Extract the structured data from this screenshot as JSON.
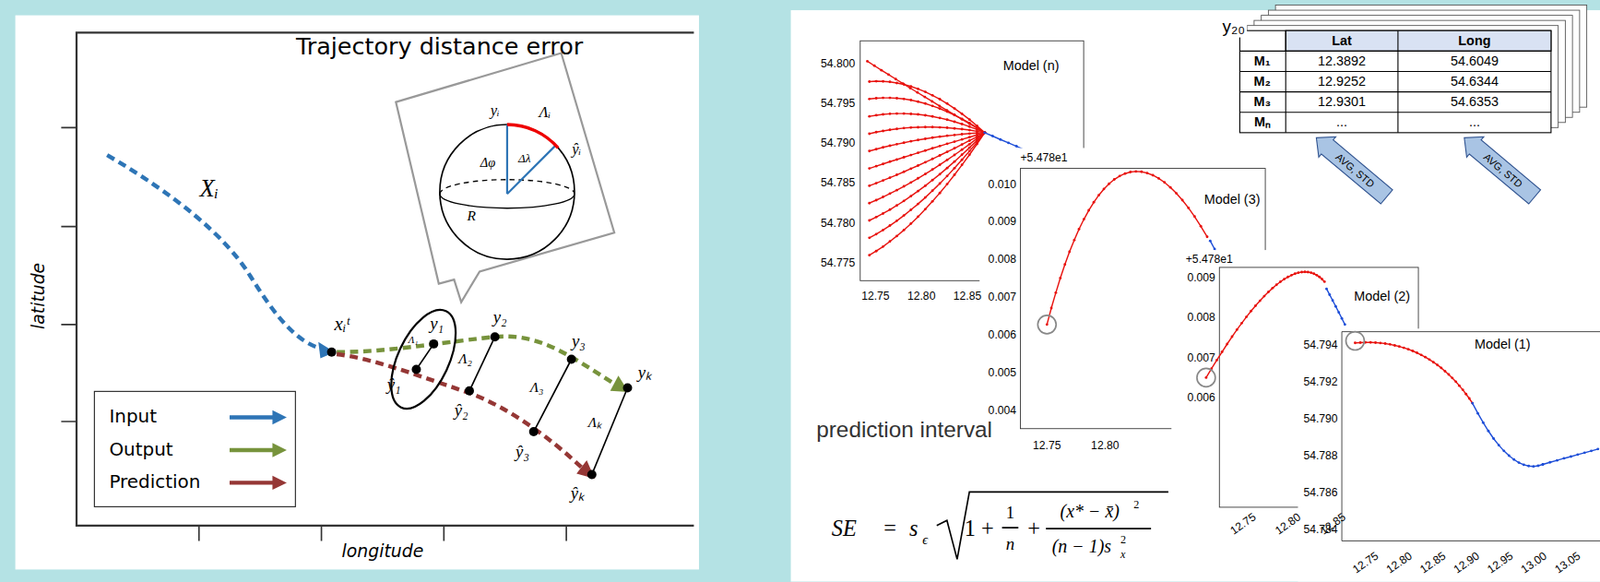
{
  "diagram": {
    "nodes": [
      {
        "text": [
          "Model (n)"
        ]
      },
      {
        "text": [
          "Model (3)"
        ]
      },
      {
        "text": [
          "Model (2)"
        ]
      },
      {
        "text": [
          "Model (1)"
        ]
      },
      {
        "text": [
          "prediction interval"
        ]
      }
    ],
    "labels": [
      "Trajectory distance error",
      "latitude",
      "longitude",
      "Xᵢ",
      "xᵢᵗ",
      "y₁",
      "y₂",
      "y₃",
      "yₖ",
      "ŷ₁",
      "ŷ₂",
      "ŷ₃",
      "ŷₖ",
      "Λ₁",
      "Λ₂",
      "Λ₃",
      "Λₖ",
      "yᵢ",
      "Λᵢ",
      "ŷᵢ",
      "Δφ",
      "Δλ",
      "R",
      "y₂₀",
      "Lat",
      "Long",
      "M₁",
      "12.3892",
      "54.6049",
      "M₂",
      "12.9252",
      "54.6344",
      "M₃",
      "12.9301",
      "54.6353",
      "Mₙ",
      "...",
      "...",
      "AVG, STD",
      "AVG, STD",
      "54.800",
      "54.795",
      "54.790",
      "54.785",
      "54.780",
      "54.775",
      "12.75",
      "12.80",
      "12.85",
      "+5.478e1",
      "0.010",
      "0.009",
      "0.008",
      "0.007",
      "0.006",
      "0.005",
      "0.004",
      "12.75",
      "12.80",
      "+5.478e1",
      "0.009",
      "0.008",
      "0.007",
      "0.006",
      "12.75",
      "12.80",
      "12.85",
      "54.794",
      "54.792",
      "54.790",
      "54.788",
      "54.786",
      "54.784",
      "12.75",
      "12.80",
      "12.85",
      "12.90",
      "12.95",
      "13.00",
      "13.05",
      "SE",
      "=",
      "s",
      "ϵ",
      "1 +",
      "1",
      "n",
      "+",
      "(x* − x̄)",
      "2",
      "(n − 1)s",
      "2",
      "x"
    ],
    "legend": [
      {
        "text": "Input"
      },
      {
        "text": "Output"
      },
      {
        "text": "Prediction"
      }
    ]
  }
}
